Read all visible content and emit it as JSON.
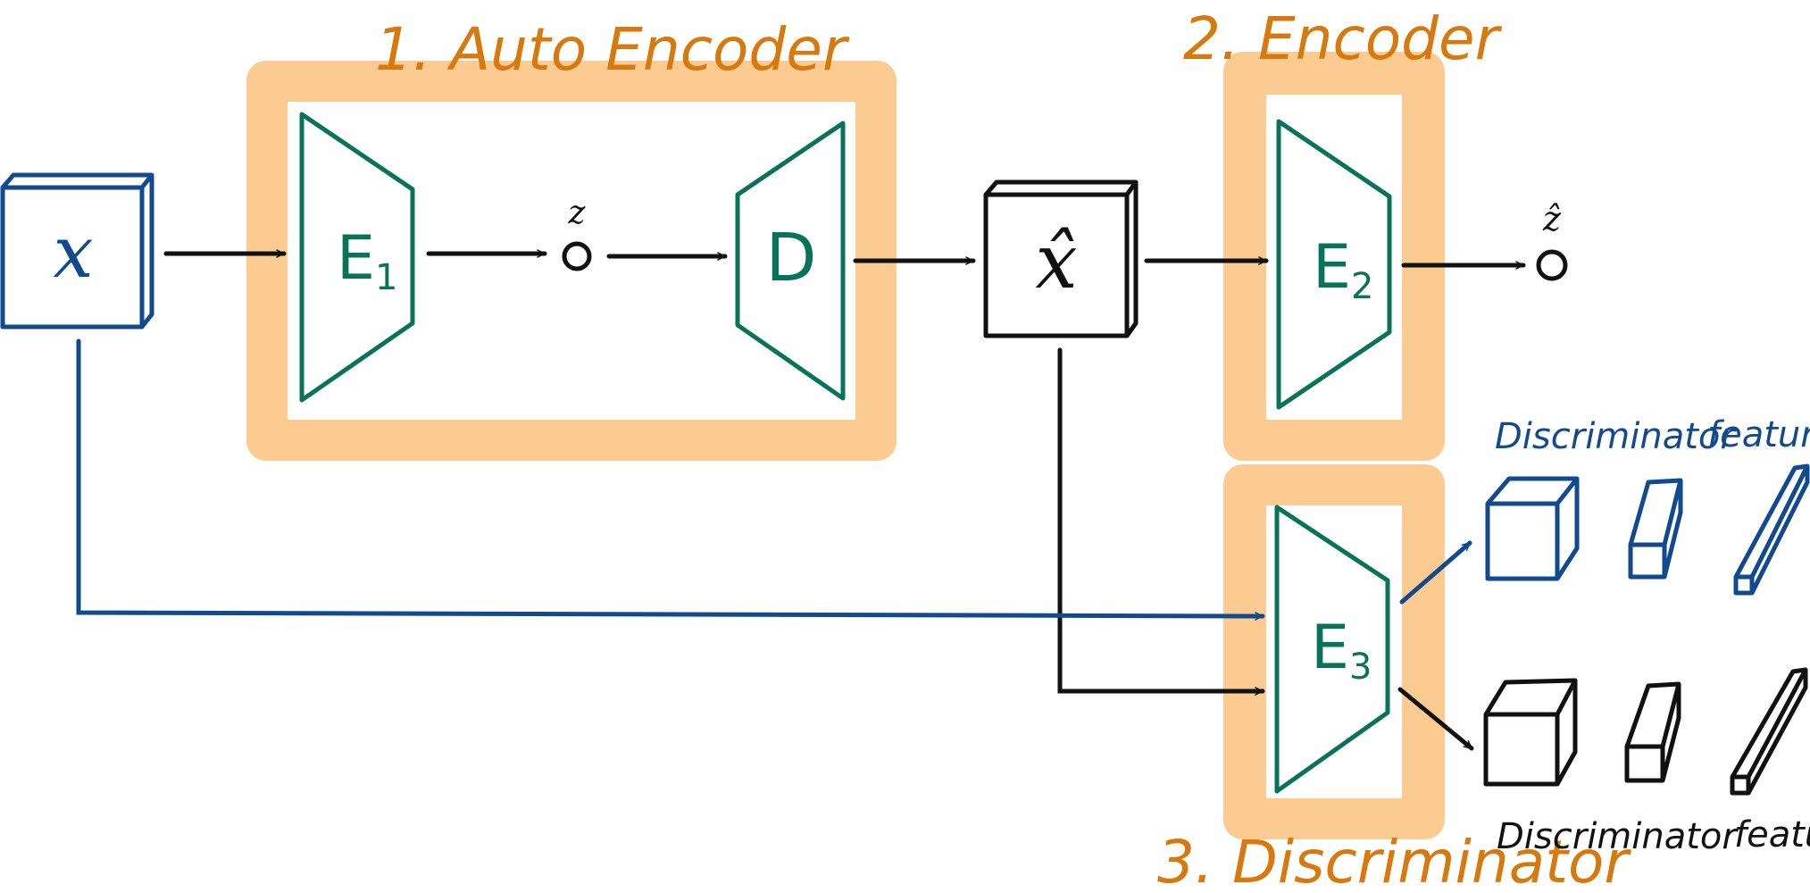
{
  "colors": {
    "orange_panel": "#fccb92",
    "orange_text": "#d7790f",
    "green": "#09735a",
    "blue": "#114a8f",
    "black": "#111111"
  },
  "sections": {
    "autoencoder_title": "1. Auto Encoder",
    "encoder_title": "2. Encoder",
    "discriminator_title": "3. Discriminator"
  },
  "nodes": {
    "input": "x",
    "recon_input": "x̂",
    "e1": "E",
    "e1_sub": "1",
    "decoder": "D",
    "e2": "E",
    "e2_sub": "2",
    "e3": "E",
    "e3_sub": "3",
    "latent": "z",
    "latent_recon": "ẑ"
  },
  "features": {
    "top_words": [
      "Discriminator",
      "feature"
    ],
    "bottom_words": [
      "Discriminator",
      "feature"
    ]
  }
}
